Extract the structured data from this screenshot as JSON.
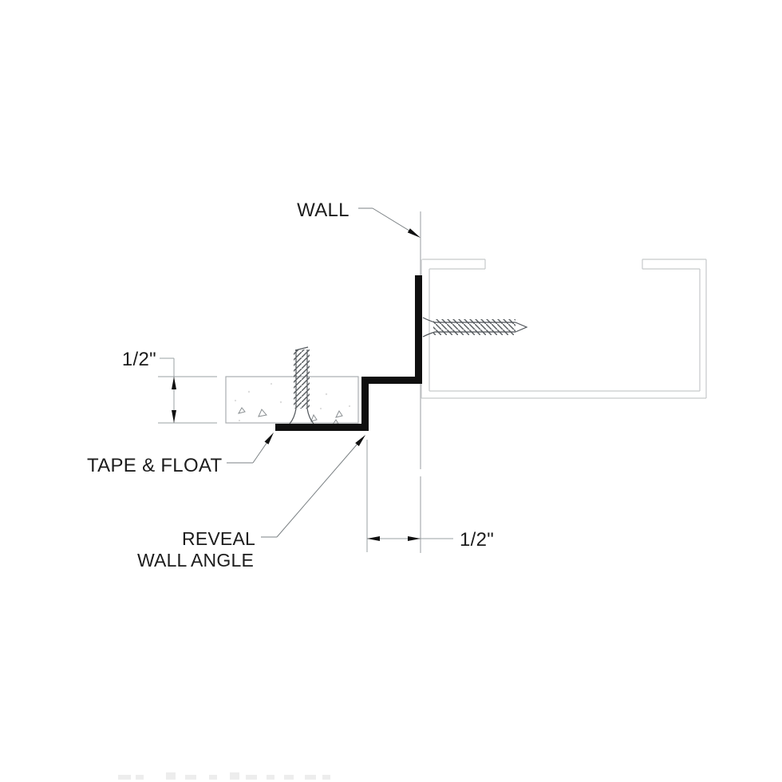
{
  "drawing": {
    "labels": {
      "wall": "WALL",
      "tape_float": "TAPE & FLOAT",
      "reveal_angle_line1": "REVEAL",
      "reveal_angle_line2": "WALL ANGLE"
    },
    "dimensions": {
      "board_thickness": "1/2\"",
      "reveal_width": "1/2\""
    },
    "colors": {
      "label_text": "#1c1c1c",
      "accent_red": "#d53a3e",
      "profile_black": "#0f0f0f",
      "stud_line": "#c6c9ca",
      "board_line": "#a9adb0",
      "dimension_line": "#9aa0a3",
      "leader_line": "#7b8184",
      "screw_line": "#50555a"
    }
  }
}
